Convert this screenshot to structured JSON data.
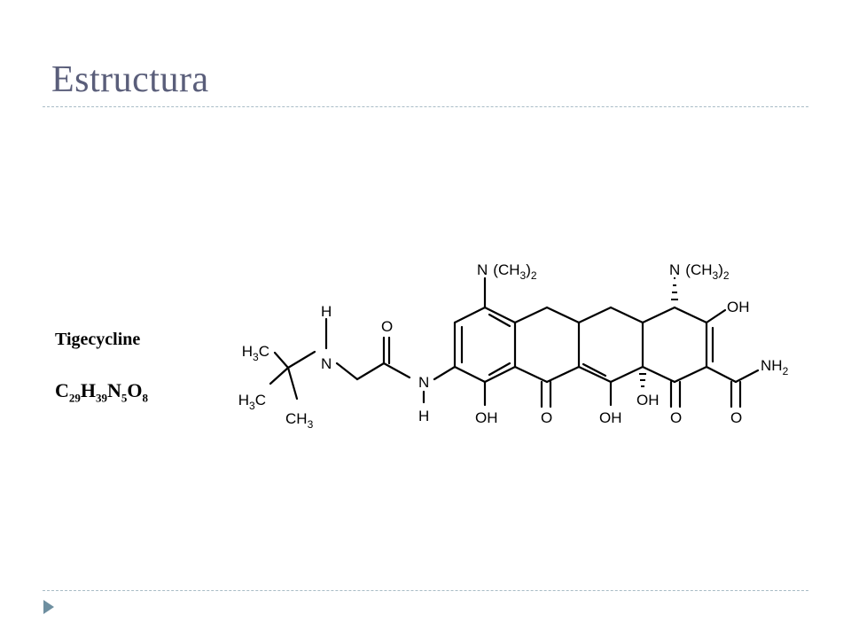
{
  "slide": {
    "title": "Estructura"
  },
  "drug": {
    "name": "Tigecycline",
    "formula": {
      "c": "C",
      "c_count": "29",
      "h": "H",
      "h_count": "39",
      "n": "N",
      "n_count": "5",
      "o": "O",
      "o_count": "8"
    }
  },
  "structure": {
    "labels": {
      "n_dimethyl": "N",
      "ch3_2": "(CH",
      "sub3": "3",
      "close_paren": ")",
      "sub2": "2",
      "oh": "OH",
      "nh": "NH",
      "o": "O",
      "h": "H",
      "n": "N",
      "h3c": "H",
      "c": "C",
      "ch": "CH"
    }
  },
  "colors": {
    "title": "#5a5e7a",
    "rule": "#a9bcc6",
    "arrow": "#6e8fa0"
  }
}
